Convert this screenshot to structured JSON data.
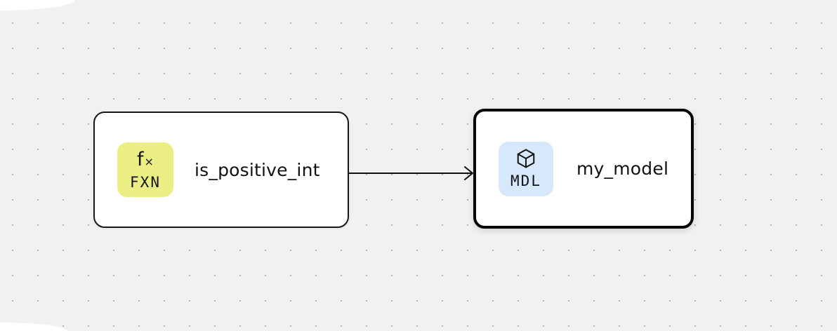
{
  "canvas": {
    "background_color": "#f0f1f1",
    "dot_color": "#b3b3b3"
  },
  "graph": {
    "nodes": [
      {
        "label": "is_positive_int",
        "badge": {
          "text": "FXN",
          "icon": "function-icon",
          "icon_main": "f",
          "icon_sub": "×",
          "background": "#ebee82"
        },
        "selected": false
      },
      {
        "label": "my_model",
        "badge": {
          "text": "MDL",
          "icon": "cube-icon",
          "background": "#d8e8fb"
        },
        "selected": true
      }
    ],
    "edges": [
      {
        "from": "is_positive_int",
        "to": "my_model",
        "style": "arrow"
      }
    ]
  },
  "colors": {
    "node_background": "#ffffff",
    "node_border": "#111111",
    "edge": "#111111",
    "text": "#111111"
  }
}
